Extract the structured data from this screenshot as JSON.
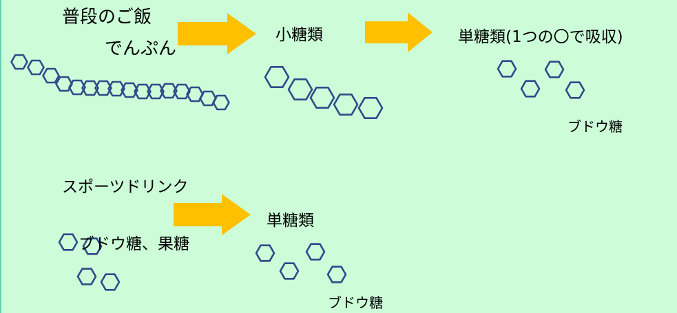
{
  "colors": {
    "background": "#ccfdd8",
    "arrow": "#ffc000",
    "hexagon_stroke": "#2f4a8a",
    "text": "#000000"
  },
  "top_row": {
    "food_line1": "普段のご飯",
    "food_line2": "でんぷん",
    "middle_label": "小糖類",
    "right_label": "単糖類(1つの〇で吸収)",
    "glucose_label": "ブドウ糖"
  },
  "bottom_row": {
    "drink_label": "スポーツドリンク",
    "content_label": "ブドウ糖、果糖",
    "right_label": "単糖類",
    "glucose_label": "ブドウ糖"
  }
}
